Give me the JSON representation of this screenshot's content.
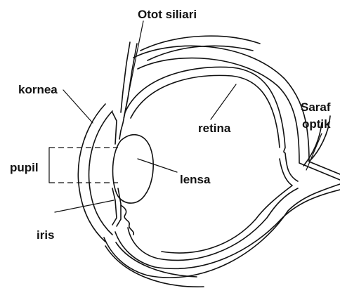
{
  "labels": {
    "ciliary_muscle": "Otot siliari",
    "cornea": "kornea",
    "retina": "retina",
    "optic_nerve_line1": "Saraf",
    "optic_nerve_line2": "optik",
    "pupil": "pupil",
    "lens": "lensa",
    "iris": "iris"
  },
  "colors": {
    "ink": "#111111",
    "background": "#ffffff"
  }
}
